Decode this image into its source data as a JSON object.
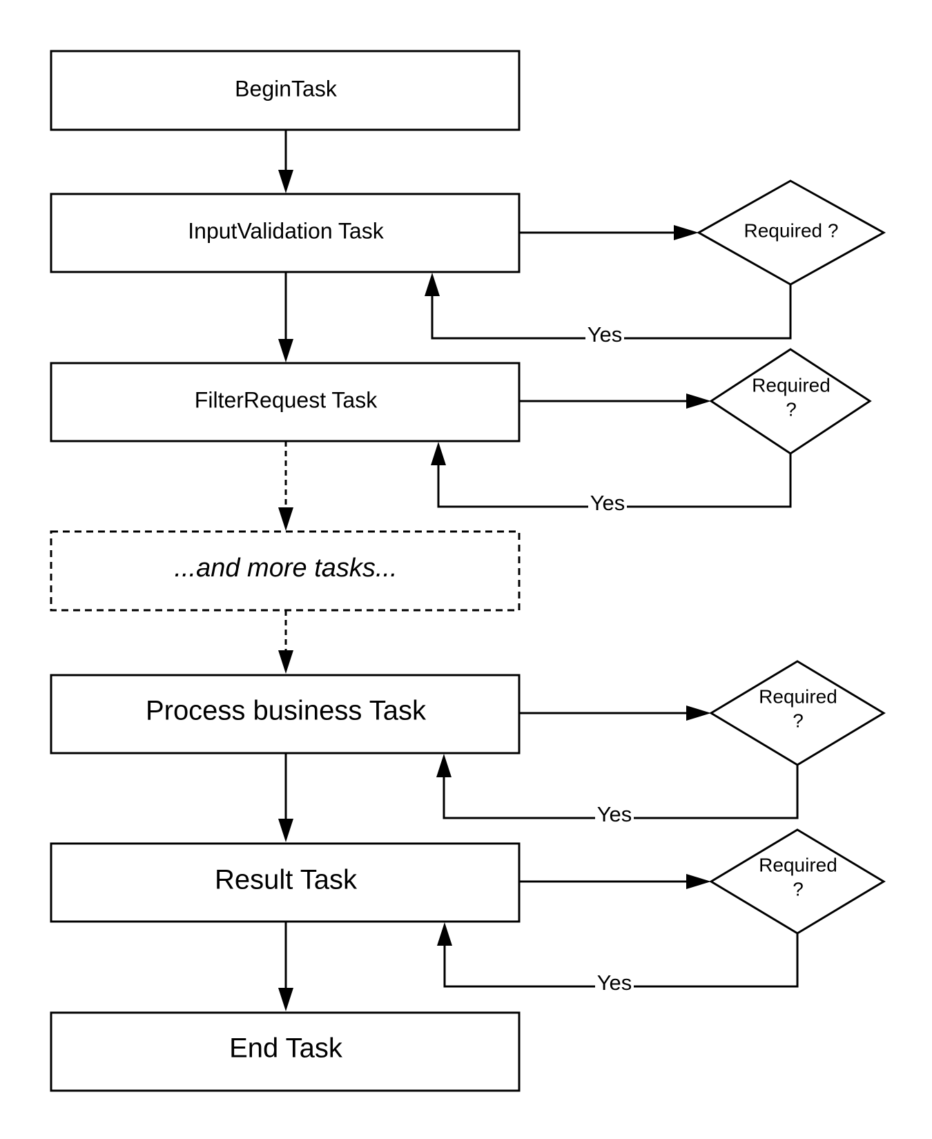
{
  "nodes": {
    "begin": "BeginTask",
    "input_validation": "InputValidation Task",
    "filter_request": "FilterRequest Task",
    "more_tasks": "...and more tasks...",
    "process_business": "Process business Task",
    "result": "Result Task",
    "end": "End Task"
  },
  "decisions": {
    "d1": [
      "Required ?"
    ],
    "d2": [
      "Required",
      "?"
    ],
    "d3": [
      "Required",
      "?"
    ],
    "d4": [
      "Required",
      "?"
    ]
  },
  "edge_labels": {
    "yes1": "Yes",
    "yes2": "Yes",
    "yes3": "Yes",
    "yes4": "Yes"
  }
}
